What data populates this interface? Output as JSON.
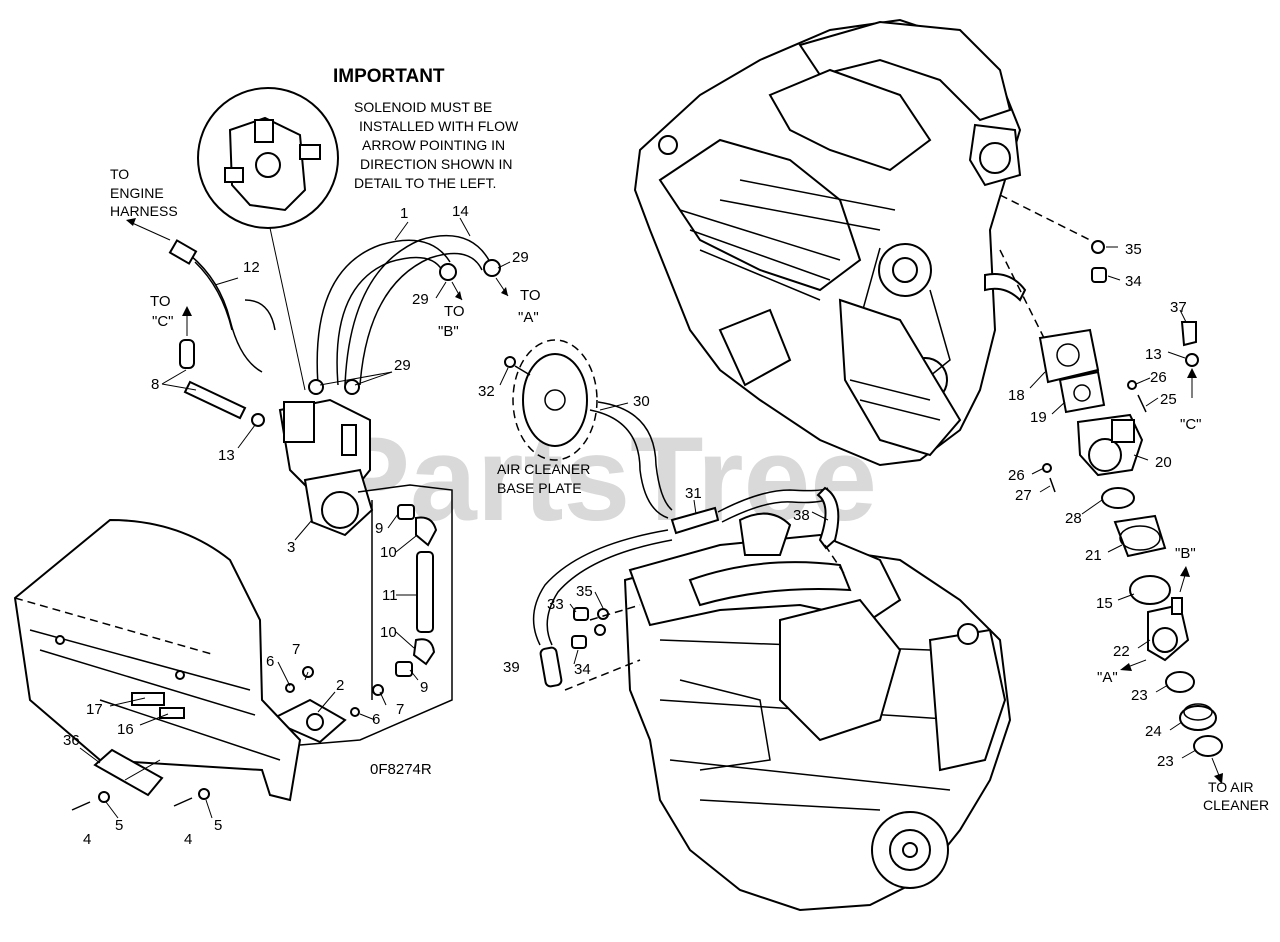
{
  "watermark": "PartsTree",
  "important_note": {
    "title": "IMPORTANT",
    "lines": [
      "SOLENOID MUST BE",
      "INSTALLED WITH FLOW",
      "ARROW POINTING IN",
      "DIRECTION SHOWN IN",
      "DETAIL TO THE LEFT."
    ]
  },
  "annotations": {
    "to_engine_harness": [
      "TO",
      "ENGINE",
      "HARNESS"
    ],
    "to_c_left": [
      "TO",
      "\"C\""
    ],
    "to_b": [
      "TO",
      "\"B\""
    ],
    "to_a": [
      "TO",
      "\"A\""
    ],
    "air_cleaner_base_plate": [
      "AIR CLEANER",
      "BASE PLATE"
    ],
    "c_right": "\"C\"",
    "b_right": "\"B\"",
    "a_right": "\"A\"",
    "to_air_cleaner": [
      "TO AIR",
      "CLEANER"
    ],
    "kit_number": "0F8274R"
  },
  "callouts": [
    {
      "id": "c1",
      "text": "1"
    },
    {
      "id": "c14",
      "text": "14"
    },
    {
      "id": "c29a",
      "text": "29"
    },
    {
      "id": "c29b",
      "text": "29"
    },
    {
      "id": "c29c",
      "text": "29"
    },
    {
      "id": "c12",
      "text": "12"
    },
    {
      "id": "c8",
      "text": "8"
    },
    {
      "id": "c13a",
      "text": "13"
    },
    {
      "id": "c3",
      "text": "3"
    },
    {
      "id": "c9a",
      "text": "9"
    },
    {
      "id": "c10a",
      "text": "10"
    },
    {
      "id": "c11",
      "text": "11"
    },
    {
      "id": "c10b",
      "text": "10"
    },
    {
      "id": "c9b",
      "text": "9"
    },
    {
      "id": "c2",
      "text": "2"
    },
    {
      "id": "c7a",
      "text": "7"
    },
    {
      "id": "c6a",
      "text": "6"
    },
    {
      "id": "c6b",
      "text": "6"
    },
    {
      "id": "c7b",
      "text": "7"
    },
    {
      "id": "c17",
      "text": "17"
    },
    {
      "id": "c16",
      "text": "16"
    },
    {
      "id": "c36",
      "text": "36"
    },
    {
      "id": "c4a",
      "text": "4"
    },
    {
      "id": "c5a",
      "text": "5"
    },
    {
      "id": "c4b",
      "text": "4"
    },
    {
      "id": "c5b",
      "text": "5"
    },
    {
      "id": "c32",
      "text": "32"
    },
    {
      "id": "c30",
      "text": "30"
    },
    {
      "id": "c31",
      "text": "31"
    },
    {
      "id": "c38",
      "text": "38"
    },
    {
      "id": "c33",
      "text": "33"
    },
    {
      "id": "c35a",
      "text": "35"
    },
    {
      "id": "c34a",
      "text": "34"
    },
    {
      "id": "c39",
      "text": "39"
    },
    {
      "id": "c35b",
      "text": "35"
    },
    {
      "id": "c34b",
      "text": "34"
    },
    {
      "id": "c37",
      "text": "37"
    },
    {
      "id": "c13b",
      "text": "13"
    },
    {
      "id": "c18",
      "text": "18"
    },
    {
      "id": "c26a",
      "text": "26"
    },
    {
      "id": "c25",
      "text": "25"
    },
    {
      "id": "c19",
      "text": "19"
    },
    {
      "id": "c20",
      "text": "20"
    },
    {
      "id": "c26b",
      "text": "26"
    },
    {
      "id": "c27",
      "text": "27"
    },
    {
      "id": "c28",
      "text": "28"
    },
    {
      "id": "c21",
      "text": "21"
    },
    {
      "id": "c15",
      "text": "15"
    },
    {
      "id": "c22",
      "text": "22"
    },
    {
      "id": "c23a",
      "text": "23"
    },
    {
      "id": "c24",
      "text": "24"
    },
    {
      "id": "c23b",
      "text": "23"
    }
  ]
}
